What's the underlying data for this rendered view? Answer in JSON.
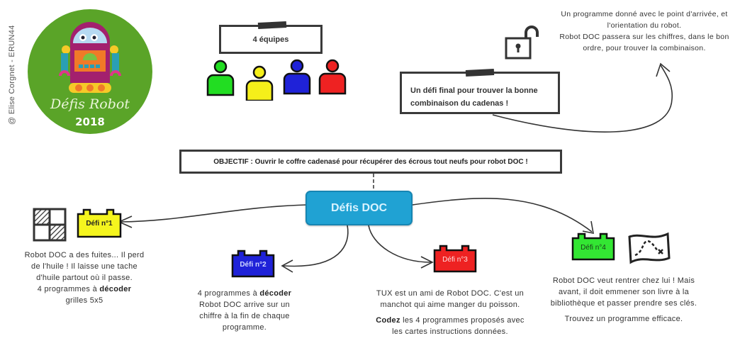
{
  "credit": "@ Elise Corgnet - ERUN44",
  "logo": {
    "title": "Défis Robot",
    "year": "2018",
    "colors": {
      "background": "#5aa428",
      "robot_body": "#a3206e",
      "dome": "#b6d9f2"
    }
  },
  "teams": {
    "label": "4 équipes",
    "members": [
      {
        "color": "#22dd22"
      },
      {
        "color": "#f5ef1a"
      },
      {
        "color": "#1f22d8"
      },
      {
        "color": "#ee2222"
      }
    ]
  },
  "final_challenge": {
    "label": "Un défi final pour trouver la bonne combinaison du cadenas !",
    "description": [
      "Un programme donné avec le point d'arrivée, et",
      "l'orientation du robot.",
      "Robot DOC passera sur les chiffres, dans le bon",
      "ordre, pour trouver la combinaison."
    ]
  },
  "objective": "OBJECTIF : Ouvrir le coffre cadenasé pour récupérer des écrous tout neufs pour robot DOC !",
  "central_node": {
    "label": "Défis DOC",
    "color": "#20a2d3"
  },
  "challenges": [
    {
      "label": "Défi n°1",
      "color": "#f5f51e",
      "text_color": "#222222",
      "icon": "checkerboard-grid-icon",
      "lines": [
        "Robot DOC a des fuites... Il perd",
        "de l'huile ! Il laisse une tache",
        "d'huile partout où il passe."
      ],
      "bold_prefix_line": {
        "pre": "4 programmes à ",
        "bold": "décoder"
      },
      "extra": "grilles 5x5"
    },
    {
      "label": "Défi n°2",
      "color": "#1f22d8",
      "text_color": "#d0d8ff",
      "bold_prefix_line": {
        "pre": "4 programmes à ",
        "bold": "décoder"
      },
      "lines": [
        "Robot DOC arrive sur un",
        "chiffre à la fin de chaque",
        "programme."
      ]
    },
    {
      "label": "Défi n°3",
      "color": "#ee2222",
      "text_color": "#ffe0e0",
      "lines": [
        "TUX est un ami de Robot DOC. C'est un",
        "manchot qui aime manger du poisson."
      ],
      "bold_line": {
        "bold": "Codez",
        "post": " les 4 programmes proposés avec"
      },
      "extra": "les cartes instructions données."
    },
    {
      "label": "Défi n°4",
      "color": "#33e633",
      "text_color": "#1a3a1a",
      "icon": "treasure-map-icon",
      "lines": [
        "Robot DOC veut rentrer chez lui ! Mais",
        "avant, il doit emmener son livre à la",
        "bibliothèque et passer prendre ses clés."
      ],
      "extra": "Trouvez un programme efficace."
    }
  ]
}
